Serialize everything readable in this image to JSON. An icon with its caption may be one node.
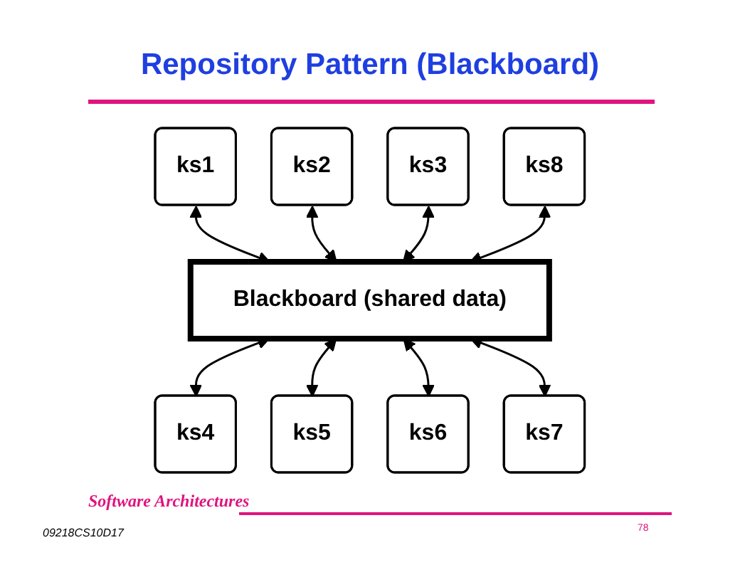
{
  "diagram": {
    "title": "Repository Pattern (Blackboard)",
    "nodes": [
      {
        "text": [
          "ks1"
        ]
      },
      {
        "text": [
          "ks2"
        ]
      },
      {
        "text": [
          "ks8"
        ]
      },
      {
        "text": [
          "Blackboard (shared data)"
        ]
      },
      {
        "text": [
          "ks3"
        ]
      },
      {
        "text": [
          "ks7"
        ]
      },
      {
        "text": [
          "ks4"
        ]
      },
      {
        "text": [
          "ks6"
        ]
      },
      {
        "text": [
          "ks5"
        ]
      }
    ],
    "edges": [
      {
        "from": 0,
        "to": 3,
        "arrow": "both"
      },
      {
        "from": 1,
        "to": 3,
        "arrow": "both"
      },
      {
        "from": 4,
        "to": 3,
        "arrow": "both"
      },
      {
        "from": 6,
        "to": 3,
        "arrow": "both"
      },
      {
        "from": 8,
        "to": 3,
        "arrow": "both"
      },
      {
        "from": 7,
        "to": 3,
        "arrow": "both"
      },
      {
        "from": 5,
        "to": 3,
        "arrow": "both"
      },
      {
        "from": 2,
        "to": 3,
        "arrow": "both"
      }
    ],
    "labels": [
      "Software Architectures",
      "09218CS10D17",
      "78"
    ]
  }
}
